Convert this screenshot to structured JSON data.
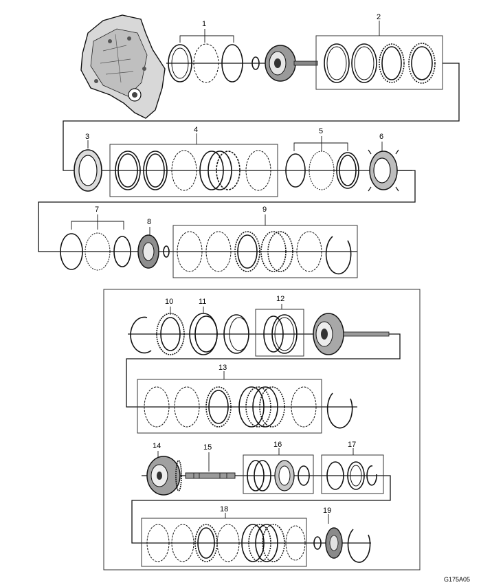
{
  "callouts": {
    "c1": "1",
    "c2": "2",
    "c3": "3",
    "c4": "4",
    "c5": "5",
    "c6": "6",
    "c7": "7",
    "c8": "8",
    "c9": "9",
    "c10": "10",
    "c11": "11",
    "c12": "12",
    "c13": "13",
    "c14": "14",
    "c15": "15",
    "c16": "16",
    "c17": "17",
    "c18": "18",
    "c19": "19"
  },
  "figure_code": "G175A05"
}
